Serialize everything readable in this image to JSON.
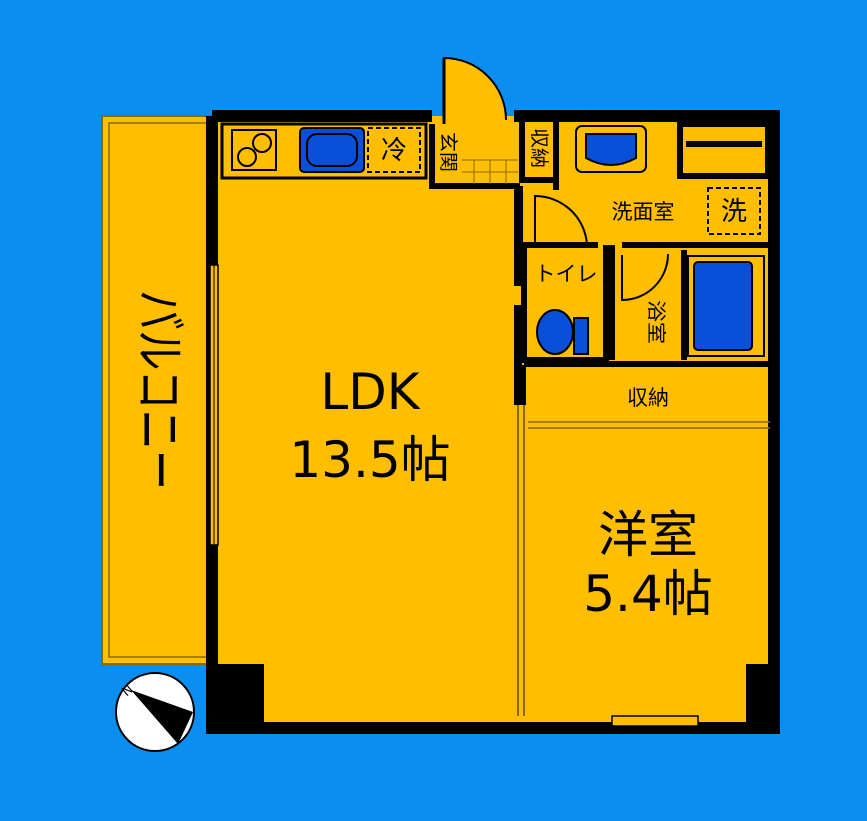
{
  "colors": {
    "background": "#0a8ff0",
    "floor": "#ffbe00",
    "balcony": "#ffbe00",
    "wall": "#000000",
    "fixture_blue": "#0a4fd8",
    "line": "#8a6a00"
  },
  "rooms": {
    "ldk": {
      "name": "LDK",
      "size": "13.5帖"
    },
    "western": {
      "name": "洋室",
      "size": "5.4帖"
    },
    "washroom": {
      "name": "洗面室"
    },
    "toilet": {
      "name": "トイレ"
    },
    "bath": {
      "name": "浴室"
    },
    "storage": {
      "name": "収納"
    },
    "entrance_storage": {
      "name": "収納"
    },
    "entrance": {
      "name": "玄関"
    },
    "balcony": {
      "name": "バルコニー"
    }
  },
  "fixtures": {
    "fridge": {
      "label": "冷"
    },
    "washer": {
      "label": "洗"
    }
  },
  "compass": {
    "label": "N"
  }
}
